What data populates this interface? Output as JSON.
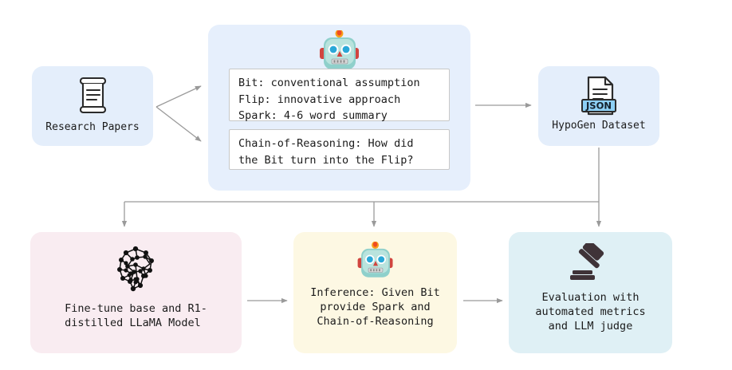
{
  "diagram": {
    "title": "HypoGen pipeline",
    "background": "#ffffff",
    "edge_color": "#9a9a9a",
    "nodes": {
      "research_papers": {
        "label": "Research Papers",
        "icon": "scroll-document-icon",
        "fill": "#e4eefb"
      },
      "extraction": {
        "icon": "robot-icon",
        "fill": "#e6effc",
        "cards": [
          {
            "name": "triplet-card",
            "text": "Bit: conventional assumption\nFlip: innovative approach\nSpark: 4-6 word summary"
          },
          {
            "name": "chain-card",
            "text": "Chain-of-Reasoning: How did\nthe Bit turn into the Flip?"
          }
        ]
      },
      "hypogen_dataset": {
        "label": "HypoGen Dataset",
        "icon": "json-file-icon",
        "icon_badge": "JSON",
        "fill": "#e4eefb"
      },
      "finetune": {
        "label": "Fine-tune base and R1-\ndistilled LLaMA Model",
        "icon": "neural-network-brain-icon",
        "fill": "#f9ecf1"
      },
      "inference": {
        "label": "Inference: Given Bit\nprovide Spark and\nChain-of-Reasoning",
        "icon": "robot-icon",
        "fill": "#fdf8e3"
      },
      "evaluation": {
        "label": "Evaluation with\nautomated metrics\nand LLM judge",
        "icon": "gavel-icon",
        "fill": "#dff0f5"
      }
    },
    "edges": [
      {
        "name": "edge-papers-to-extraction-upper",
        "from": "research_papers",
        "to": "extraction",
        "style": "arrow"
      },
      {
        "name": "edge-papers-to-extraction-lower",
        "from": "research_papers",
        "to": "extraction",
        "style": "arrow"
      },
      {
        "name": "edge-extraction-to-hypogen",
        "from": "extraction",
        "to": "hypogen_dataset",
        "style": "arrow"
      },
      {
        "name": "edge-hypogen-to-finetune",
        "from": "hypogen_dataset",
        "to": "finetune",
        "style": "elbow-arrow"
      },
      {
        "name": "edge-hypogen-to-inference",
        "from": "hypogen_dataset",
        "to": "inference",
        "style": "elbow-arrow"
      },
      {
        "name": "edge-hypogen-to-evaluation",
        "from": "hypogen_dataset",
        "to": "evaluation",
        "style": "arrow"
      },
      {
        "name": "edge-finetune-to-inference",
        "from": "finetune",
        "to": "inference",
        "style": "arrow"
      },
      {
        "name": "edge-inference-to-evaluation",
        "from": "inference",
        "to": "evaluation",
        "style": "arrow"
      }
    ]
  }
}
